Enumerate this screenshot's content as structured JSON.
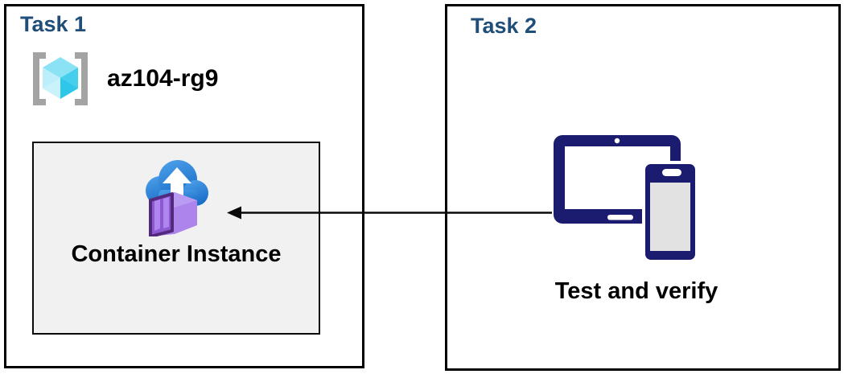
{
  "diagram": {
    "task1": {
      "title": "Task 1",
      "resource_group": {
        "name": "az104-rg9",
        "icon": "resource-group-icon"
      },
      "container_instance": {
        "label": "Container Instance",
        "icon": "container-instances-icon"
      }
    },
    "task2": {
      "title": "Task 2",
      "test": {
        "label": "Test and verify",
        "icon": "devices-icon"
      }
    },
    "connector": {
      "type": "arrow",
      "from": "devices-icon",
      "to": "container-instances-icon",
      "direction": "right-to-left"
    },
    "colors": {
      "task_title": "#1F4E79",
      "box_border": "#000000",
      "container_box_bg": "#F1F1F2",
      "device_navy": "#1B1B6F",
      "cloud_blue_light": "#4FA3EB",
      "cloud_blue_dark": "#1C6FC9",
      "container_purple_dark": "#53297E",
      "container_purple_mid": "#8B5AD2",
      "container_purple_light": "#AC84EC",
      "rg_cube_top": "#8AE2F4",
      "rg_cube_left": "#C9F2FB",
      "rg_cube_right": "#2EC7E9",
      "rg_bracket_gray": "#A3A3A3",
      "text_black": "#000000"
    }
  }
}
